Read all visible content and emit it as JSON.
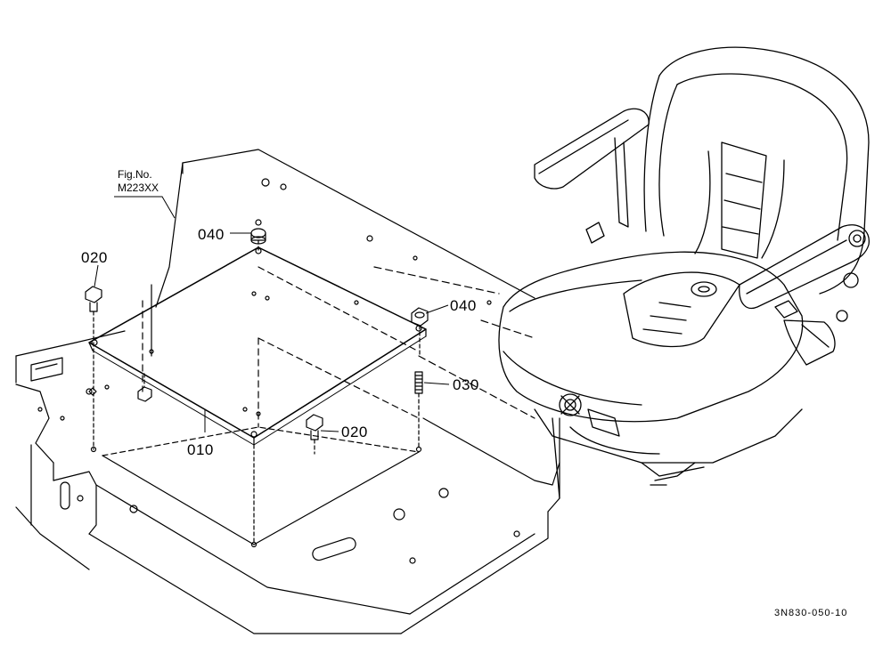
{
  "figure_ref": {
    "line1": "Fig.No.",
    "line2": "M223XX"
  },
  "callouts": [
    {
      "id": "p040a",
      "label": "040"
    },
    {
      "id": "p020a",
      "label": "020"
    },
    {
      "id": "p040b",
      "label": "040"
    },
    {
      "id": "p030",
      "label": "030"
    },
    {
      "id": "p020b",
      "label": "020"
    },
    {
      "id": "p010",
      "label": "010"
    }
  ],
  "drawing_code": "3N830-050-10"
}
